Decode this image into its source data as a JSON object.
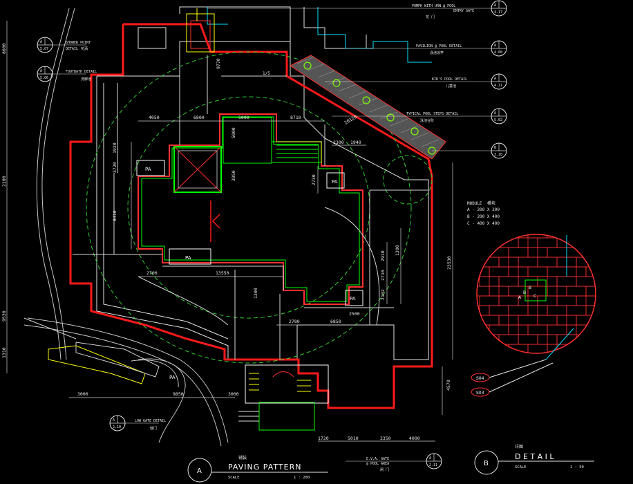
{
  "callouts": [
    {
      "num": "A",
      "sheet": "5.07",
      "line1": "SHOWER POINT",
      "line2": "DETAIL",
      "cn": "花洒"
    },
    {
      "num": "A",
      "sheet": "5.06",
      "line1": "FOOTBATH DETAIL",
      "line2": "",
      "cn": "洗脚池"
    },
    {
      "num": "A",
      "sheet": "4.17",
      "line1": "PUMPH WITH URN @ POOL",
      "line2": "ENTRY GATE",
      "cn": "花  门"
    },
    {
      "num": "A",
      "sheet": "4.08",
      "line1": "PAVILION @ POOL DETAIL",
      "line2": "",
      "cn": "泳池凉亭"
    },
    {
      "num": "A",
      "sheet": "4.11",
      "line1": "KID'S POOL DETAIL",
      "line2": "",
      "cn": "儿童池"
    },
    {
      "num": "A",
      "sheet": "5.02",
      "line1": "TYPICAL POOL STEPS DETAIL",
      "line2": "",
      "cn": "泳池台阶"
    },
    {
      "num": "B",
      "sheet": "3.10",
      "line1": "",
      "line2": "",
      "cn": ""
    },
    {
      "num": "A",
      "sheet": "2.10",
      "line1": "LOW GATE DETAIL",
      "line2": "",
      "cn": "矮门"
    },
    {
      "num": "A",
      "sheet": "2.11",
      "line1": "E.V.A. GATE",
      "line2": "@ POOL AREA",
      "cn": "闸  门"
    }
  ],
  "dimensions": {
    "top": [
      "4050",
      "6800",
      "5000",
      "8710",
      "2300",
      "1940",
      "20120"
    ],
    "side": [
      "9770",
      "1920",
      "3720",
      "8410",
      "5000",
      "3950",
      "2730",
      "1300",
      "2910",
      "2710",
      "2102",
      "23530"
    ],
    "middle": [
      "2700",
      "13550",
      "2780",
      "6850",
      "2500",
      "1300"
    ],
    "bottom": [
      "3000",
      "9850",
      "3000",
      "1720",
      "5010",
      "2350",
      "4000",
      "4570"
    ],
    "left_edge": [
      "8600",
      "2100",
      "9530",
      "1310"
    ]
  },
  "labels": {
    "pa": "PA",
    "hatch_top": "1/5"
  },
  "module": {
    "title": "MODULE",
    "title_cn": "模块",
    "items": [
      "A - 200 X 200",
      "B - 200 X 400",
      "C - 400 X 400"
    ]
  },
  "detail_cells": [
    "B",
    "B",
    "A",
    "C"
  ],
  "markers": [
    "S04",
    "S03"
  ],
  "title_a": {
    "circle": "A",
    "title": "PAVING PATTERN",
    "scale_label": "SCALE",
    "scale": "1 : 200",
    "cn": "铺装"
  },
  "title_b": {
    "circle": "B",
    "title": "D E T A I L",
    "scale_label": "SCALE",
    "scale": "1 : 50",
    "cn": "详图"
  },
  "colors": {
    "boundary_red": "#ff1a1a",
    "wall_white": "#ffffff",
    "green": "#00ff00",
    "dashed_green": "#33cc33",
    "cyan": "#00e5ff",
    "paving_red": "#ff3030",
    "yellow": "#ffff00",
    "grey": "#b0b0b0"
  }
}
